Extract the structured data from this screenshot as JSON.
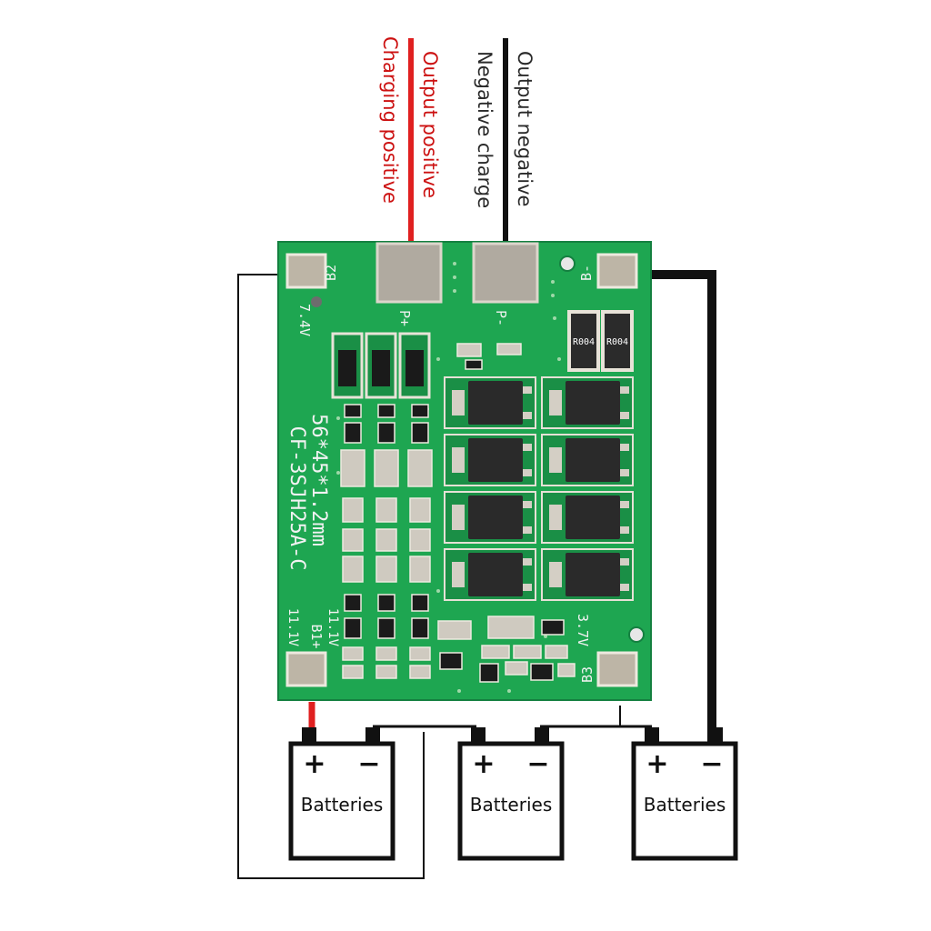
{
  "colors": {
    "pcb": "#1ea651",
    "pcb_dark": "#168a42",
    "pad": "#b9b2a4",
    "wire_red": "#e02020",
    "wire_black": "#111111",
    "label_red": "#cc1111",
    "label_dark": "#2a2a2a"
  },
  "labels": {
    "output_positive": "Output positive",
    "charging_positive": "Charging positive",
    "output_negative": "Output negative",
    "negative_charge": "Negative charge"
  },
  "board": {
    "model": "CF-3SJH25A-C",
    "dimensions": "56*45*1.2mm",
    "b2": "B2",
    "b1": "B1+",
    "b3": "B3",
    "b_minus": "B-",
    "p_plus": "P+",
    "p_minus": "P-",
    "v_74": "7.4V",
    "v_111": "11.1V",
    "v_37": "3.7V",
    "resistor_1": "R004",
    "resistor_2": "R004"
  },
  "batteries": [
    {
      "label": "Batteries",
      "plus": "+",
      "minus": "−"
    },
    {
      "label": "Batteries",
      "plus": "+",
      "minus": "−"
    },
    {
      "label": "Batteries",
      "plus": "+",
      "minus": "−"
    }
  ]
}
